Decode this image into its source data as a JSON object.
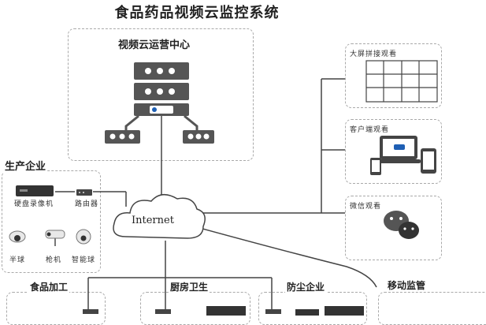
{
  "title": "食品药品视频云监控系统",
  "center": {
    "label": "视频云运营中心"
  },
  "network": {
    "label": "Internet"
  },
  "producer": {
    "label": "生产企业",
    "devices": [
      "硬盘录像机",
      "路由器"
    ],
    "cameras": [
      "半球",
      "枪机",
      "智能球"
    ]
  },
  "views": {
    "bigscreen": "大屏拼接观看",
    "client": "客户端观看",
    "wechat": "微信观看"
  },
  "bottom": {
    "food": "食品加工",
    "kitchen": "厨房卫生",
    "dust": "防尘企业",
    "mobile": "移动监管"
  },
  "colors": {
    "dark": "#555555",
    "line": "#444444",
    "blue": "#1e5fb4"
  }
}
